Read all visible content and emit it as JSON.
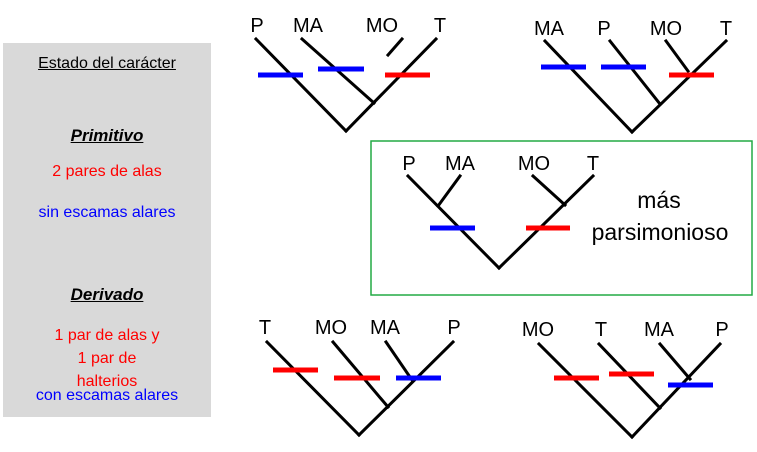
{
  "legend": {
    "title": "Estado del carácter",
    "primitive": {
      "heading": "Primitivo",
      "trait_red": "2 pares de alas",
      "trait_blue": "sin escamas alares"
    },
    "derived": {
      "heading": "Derivado",
      "trait_red_line1": "1 par de alas y",
      "trait_red_line2": "1 par de",
      "trait_red_line3": "halterios",
      "trait_blue": "con escamas alares"
    }
  },
  "trees": [
    {
      "taxa": [
        "P",
        "MA",
        "MO",
        "T"
      ]
    },
    {
      "taxa": [
        "MA",
        "P",
        "MO",
        "T"
      ]
    },
    {
      "taxa": [
        "P",
        "MA",
        "MO",
        "T"
      ],
      "note_line1": "más",
      "note_line2": "parsimonioso"
    },
    {
      "taxa": [
        "T",
        "MO",
        "MA",
        "P"
      ]
    },
    {
      "taxa": [
        "MO",
        "T",
        "MA",
        "P"
      ]
    }
  ],
  "colors": {
    "red": "#ff0000",
    "blue": "#0000ff",
    "box_border": "#22aa44",
    "panel": "#d9d9d9"
  }
}
